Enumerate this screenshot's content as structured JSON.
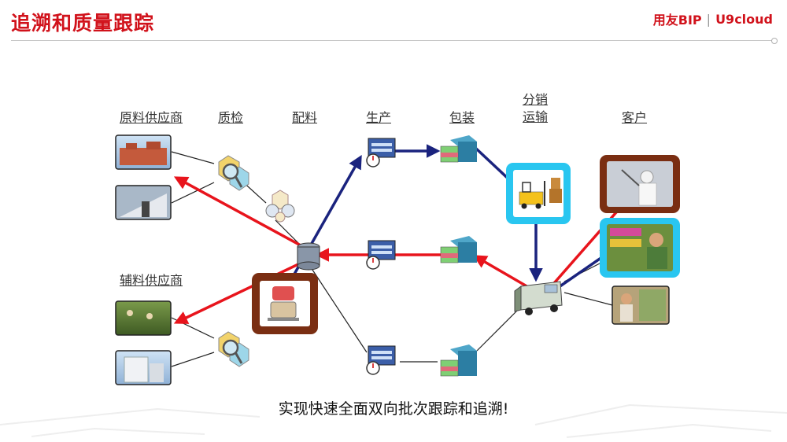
{
  "header": {
    "title": "追溯和质量跟踪",
    "logo_brand": "用友BIP",
    "logo_separator": "|",
    "logo_product": "U9cloud"
  },
  "stages": {
    "raw_supplier": "原料供应商",
    "qc": "质检",
    "batching": "配料",
    "production": "生产",
    "packaging": "包装",
    "distribution_line1": "分销",
    "distribution_line2": "运输",
    "customer": "客户",
    "aux_supplier": "辅料供应商"
  },
  "caption": "实现快速全面双向批次跟踪和追溯!",
  "colors": {
    "title_red": "#d1121b",
    "trace_red": "#e8141c",
    "track_blue": "#1a237e",
    "frame_brown": "#7a2e12",
    "frame_cyan": "#29c6f0"
  },
  "icons": {
    "qc": "magnifier-icon",
    "batching": "gear-icon",
    "production": "computer-clock-icon",
    "packaging": "boxes-icon",
    "distribution": "forklift-icon",
    "truck": "truck-icon",
    "mixer": "mixer-icon",
    "database": "database-icon"
  }
}
